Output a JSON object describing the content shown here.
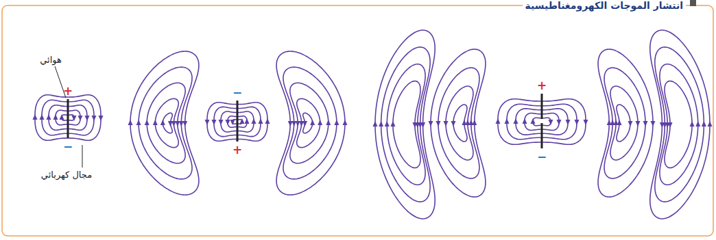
{
  "diagram": {
    "title": "انتشار الموجات الكهرومغناطيسية",
    "labels": [
      "هوائي",
      "مجال كهربائي",
      "+",
      "−",
      "−",
      "+",
      "+",
      "−"
    ]
  }
}
